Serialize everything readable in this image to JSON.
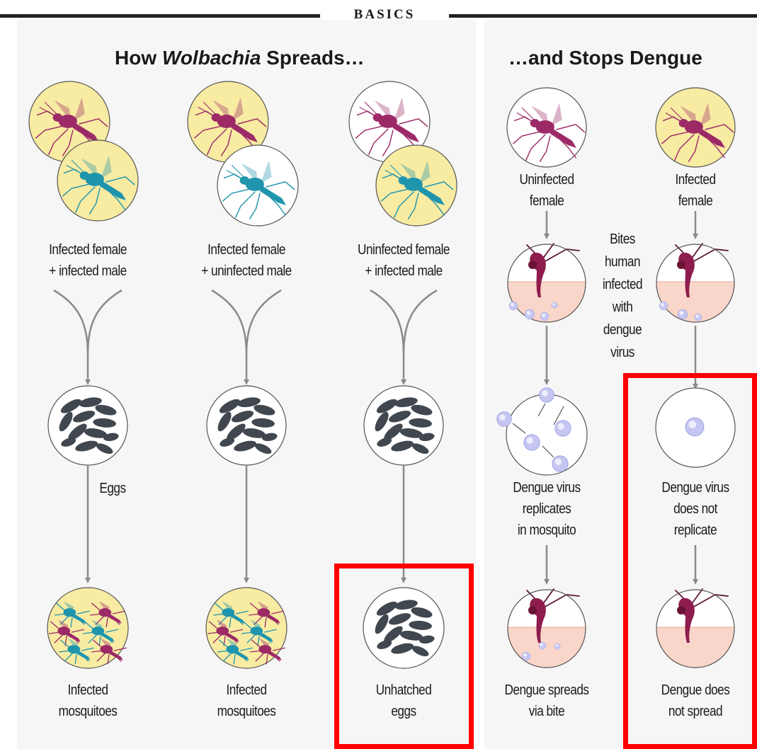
{
  "header": {
    "label": "BASICS"
  },
  "left_panel": {
    "title_prefix": "How ",
    "title_italic": "Wolbachia",
    "title_suffix": " Spreads…",
    "columns": [
      {
        "pair_line1": "Infected female",
        "pair_line2": "+ infected male",
        "result_line1": "Infected",
        "result_line2": "mosquitoes"
      },
      {
        "pair_line1": "Infected female",
        "pair_line2": "+ uninfected male",
        "result_line1": "Infected",
        "result_line2": "mosquitoes"
      },
      {
        "pair_line1": "Uninfected female",
        "pair_line2": "+ infected male",
        "result_line1": "Unhatched",
        "result_line2": "eggs"
      }
    ],
    "eggs_label": "Eggs"
  },
  "right_panel": {
    "title": "…and Stops Dengue",
    "uninfected": {
      "line1": "Uninfected",
      "line2": "female",
      "step2_line1": "Dengue virus",
      "step2_line2": "replicates",
      "step2_line3": "in mosquito",
      "step3_line1": "Dengue spreads",
      "step3_line2": "via bite"
    },
    "infected": {
      "line1": "Infected",
      "line2": "female",
      "step2_line1": "Dengue virus",
      "step2_line2": "does not",
      "step2_line3": "replicate",
      "step3_line1": "Dengue does",
      "step3_line2": "not spread"
    },
    "bite_note": [
      "Bites",
      "human",
      "infected",
      "with",
      "dengue",
      "virus"
    ]
  },
  "colors": {
    "infected_fill": "#f8eba2",
    "skin": "#f9d6c9",
    "virus": "#c5c6f2",
    "egg": "#41474e",
    "female_mosquito": "#9c2a67",
    "male_mosquito": "#1f95ad",
    "arrow": "#8a8a8a",
    "highlight": "#ff0000"
  },
  "icons": [
    "mosquito-icon",
    "egg-cluster-icon",
    "virus-icon",
    "skin-bite-icon",
    "arrow-down-icon",
    "merge-arrow-icon"
  ]
}
